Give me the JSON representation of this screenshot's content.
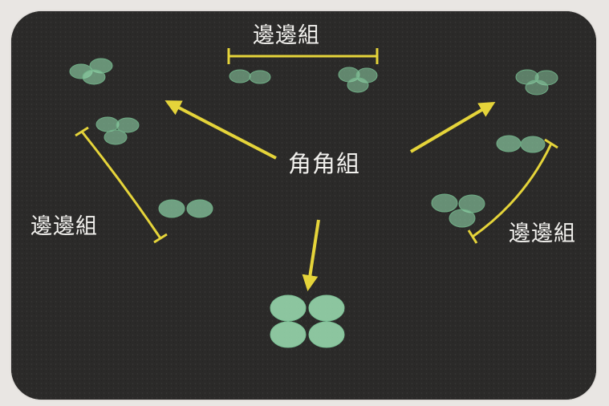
{
  "labels": {
    "top_edge_group": "邊邊組",
    "center_corner_group": "角角組",
    "left_edge_group": "邊邊組",
    "right_edge_group": "邊邊組"
  },
  "colors": {
    "background": "#2b2a29",
    "arrow": "#e5d43a",
    "cell_fill": "#8fd3a8",
    "label_text": "#f1f0ed"
  }
}
